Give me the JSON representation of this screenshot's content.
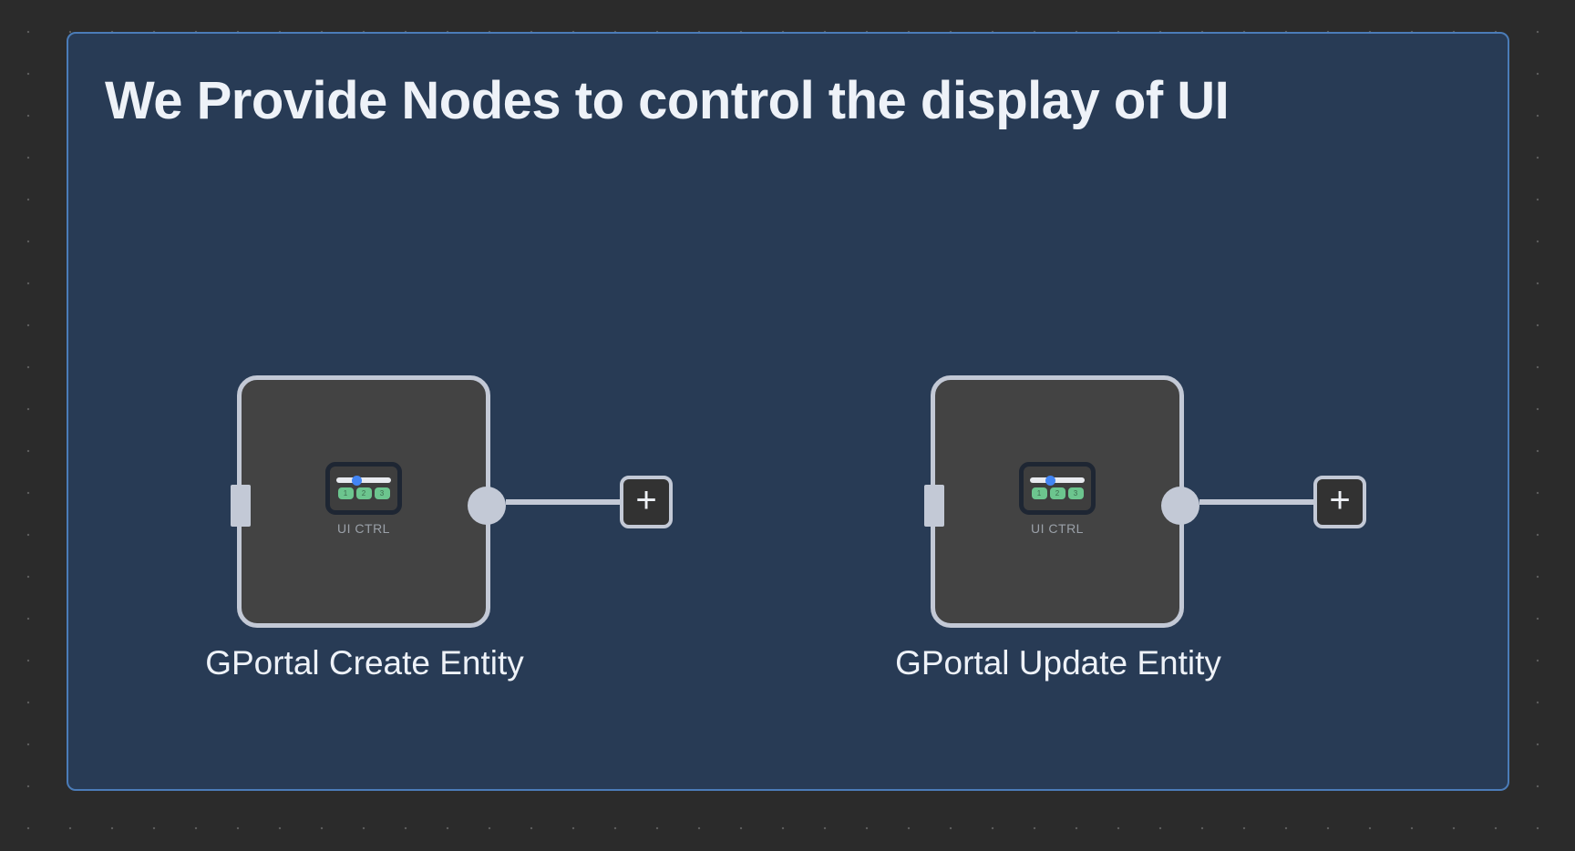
{
  "panel": {
    "title": "We Provide Nodes to control the display of UI",
    "background_color": "#283b55",
    "border_color": "#4b7cb8"
  },
  "canvas": {
    "background_color": "#2b2b2b",
    "dot_color": "#5b5b5b"
  },
  "nodes": [
    {
      "label": "GPortal Create Entity",
      "icon_name": "ui-ctrl-icon",
      "icon_caption": "UI CTRL",
      "slider_knob_color": "#4285f4",
      "mini_buttons": [
        "1",
        "2",
        "3"
      ],
      "mini_button_color": "#6cc58e",
      "add_button_label": "+",
      "node_body_color": "#434343",
      "node_border_color": "#c3c9d6"
    },
    {
      "label": "GPortal Update Entity",
      "icon_name": "ui-ctrl-icon",
      "icon_caption": "UI CTRL",
      "slider_knob_color": "#4285f4",
      "mini_buttons": [
        "1",
        "2",
        "3"
      ],
      "mini_button_color": "#6cc58e",
      "add_button_label": "+",
      "node_body_color": "#434343",
      "node_border_color": "#c3c9d6"
    }
  ]
}
